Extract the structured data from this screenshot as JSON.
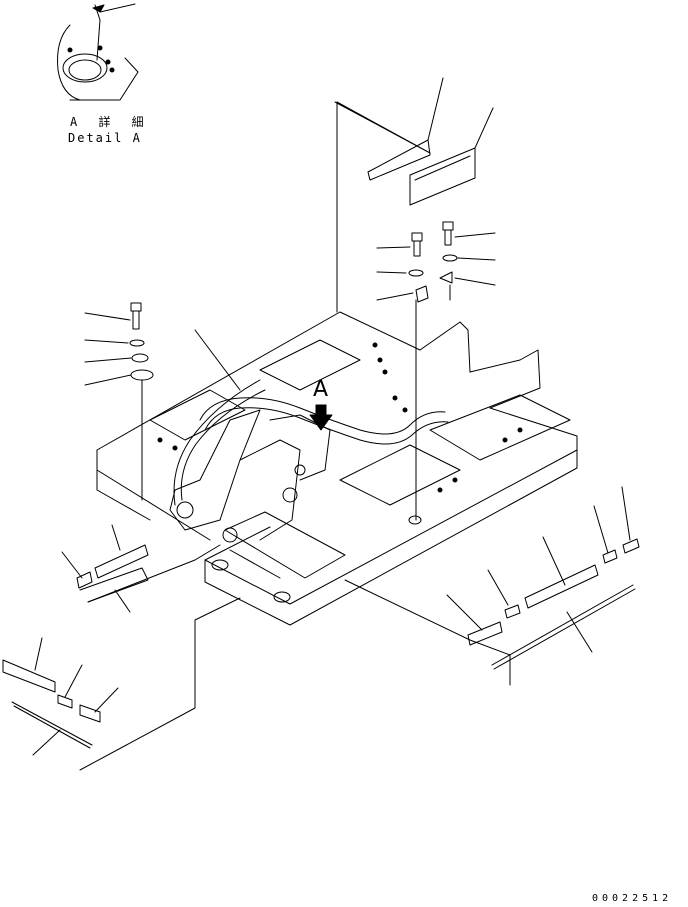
{
  "detail": {
    "title_jp": "A 詳 細",
    "title_en": "Detail A"
  },
  "view_marker": {
    "letter": "A"
  },
  "footer": {
    "doc_number": "00022512"
  },
  "colors": {
    "line": "#000000",
    "background": "#ffffff"
  }
}
